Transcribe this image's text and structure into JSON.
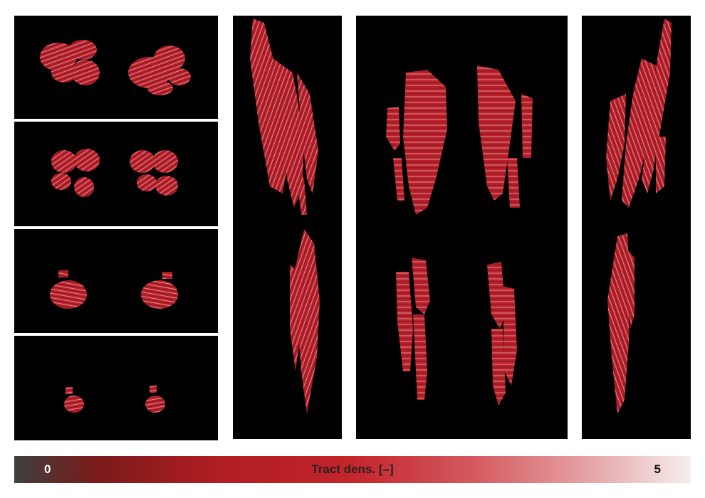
{
  "colorbar": {
    "min_label": "0",
    "max_label": "5",
    "label": "Tract dens. [–]",
    "colors": [
      "#3f3f3f",
      "#b01d22",
      "#f7eeee"
    ]
  },
  "panels": [
    {
      "id": "axial-1",
      "kind": "axial slice"
    },
    {
      "id": "axial-2",
      "kind": "axial slice"
    },
    {
      "id": "axial-3",
      "kind": "axial slice"
    },
    {
      "id": "axial-4",
      "kind": "axial slice"
    },
    {
      "id": "sagittal-left",
      "kind": "sagittal view"
    },
    {
      "id": "coronal",
      "kind": "coronal view"
    },
    {
      "id": "sagittal-right",
      "kind": "sagittal view"
    }
  ],
  "colors": {
    "tract": "#b8202a",
    "tract_dark": "#7a141b",
    "highlight": "#f2d6d8",
    "background": "#000000"
  }
}
